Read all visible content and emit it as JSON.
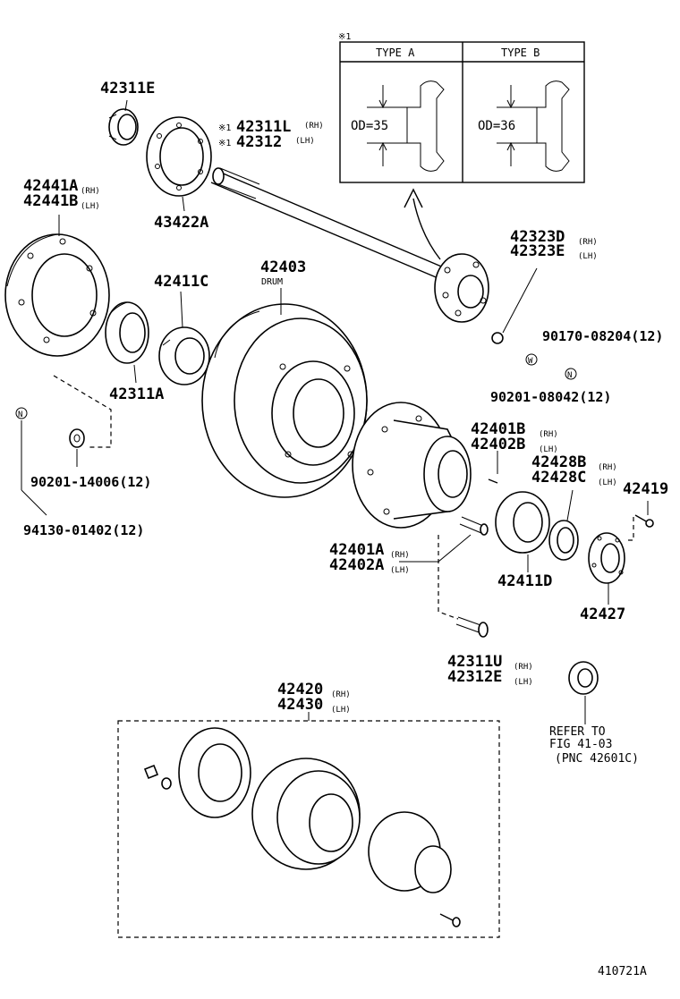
{
  "inset": {
    "marker": "※1",
    "type_a_label": "TYPE A",
    "type_b_label": "TYPE B",
    "type_a_od": "OD=35",
    "type_b_od": "OD=36"
  },
  "labels": {
    "p42311E": "42311E",
    "p42311L_mark": "※1",
    "p42311L": "42311L",
    "p42311L_sfx": "(RH)",
    "p42312_mark": "※1",
    "p42312": "42312",
    "p42312_sfx": "(LH)",
    "p42441A": "42441A",
    "p42441A_sfx": "(RH)",
    "p42441B": "42441B",
    "p42441B_sfx": "(LH)",
    "p43422A": "43422A",
    "p42323D": "42323D",
    "p42323E": "42323E",
    "p42323D_sfx": "(RH)",
    "p42323E_sfx": "(LH)",
    "p42403": "42403",
    "drum": "DRUM",
    "p42411C": "42411C",
    "p90170": "90170-08204(12)",
    "p90201_08042": "90201-08042(12)",
    "p42311A": "42311A",
    "p42401B": "42401B",
    "p42401B_sfx": "(RH)",
    "p42402B": "42402B",
    "p42402B_sfx": "(LH)",
    "p42428B": "42428B",
    "p42428B_sfx": "(RH)",
    "p42428C": "42428C",
    "p42428C_sfx": "(LH)",
    "p42419": "42419",
    "p90201_14006": "90201-14006(12)",
    "p94130": "94130-01402(12)",
    "p42401A": "42401A",
    "p42401A_sfx": "(RH)",
    "p42402A": "42402A",
    "p42402A_sfx": "(LH)",
    "p42411D": "42411D",
    "p42427": "42427",
    "p42311U": "42311U",
    "p42311U_sfx": "(RH)",
    "p42312E": "42312E",
    "p42312E_sfx": "(LH)",
    "p42420": "42420",
    "p42420_sfx": "(RH)",
    "p42430": "42430",
    "p42430_sfx": "(LH)",
    "refer_line1": "REFER TO",
    "refer_line2": "FIG 41-03",
    "refer_line3": "(PNC 42601C)",
    "symbol_n": "N",
    "symbol_w": "W",
    "drawing_no": "410721A"
  }
}
